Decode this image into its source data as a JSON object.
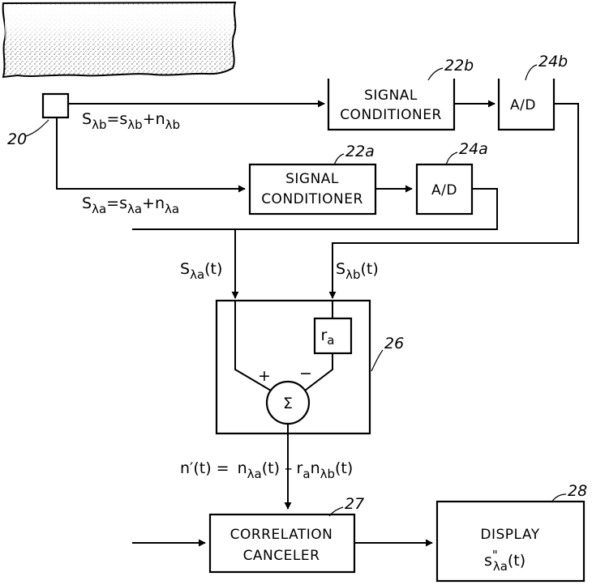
{
  "blocks": {
    "sc_b": {
      "line1": "SIGNAL",
      "line2": "CONDITIONER",
      "ref": "22b"
    },
    "ad_b": {
      "label": "A/D",
      "ref": "24b"
    },
    "sc_a": {
      "line1": "SIGNAL",
      "line2": "CONDITIONER",
      "ref": "22a"
    },
    "ad_a": {
      "label": "A/D",
      "ref": "24a"
    },
    "sensor": {
      "ref": "20"
    },
    "subtractor": {
      "ref": "26",
      "scale_label": "r",
      "scale_sub": "a",
      "sum_symbol": "Σ",
      "plus": "+",
      "minus": "−"
    },
    "canceler": {
      "line1": "CORRELATION",
      "line2": "CANCELER",
      "ref": "27"
    },
    "display": {
      "line1": "DISPLAY",
      "output": "s",
      "output_sup": "\"",
      "output_sub": "λa",
      "output_tail": "(t)",
      "ref": "28"
    }
  },
  "signals": {
    "s_lambda_b": {
      "S": "S",
      "S_sub": "λb",
      "eq": "=",
      "s": "s",
      "s_sub": "λb",
      "plus": "+",
      "n": "n",
      "n_sub": "λb"
    },
    "s_lambda_a": {
      "S": "S",
      "S_sub": "λa",
      "eq": "=",
      "s": "s",
      "s_sub": "λa",
      "plus": "+",
      "n": "n",
      "n_sub": "λa"
    },
    "s_a_t": {
      "S": "S",
      "sub": "λa",
      "tail": "(t)"
    },
    "s_b_t": {
      "S": "S",
      "sub": "λb",
      "tail": "(t)"
    },
    "n_prime": {
      "lhs": "n′(t) =",
      "n1": "n",
      "n1_sub": "λa",
      "n1_tail": "(t) –",
      "r": "r",
      "r_sub": "a",
      "n2": "n",
      "n2_sub": "λb",
      "n2_tail": "(t)"
    }
  }
}
